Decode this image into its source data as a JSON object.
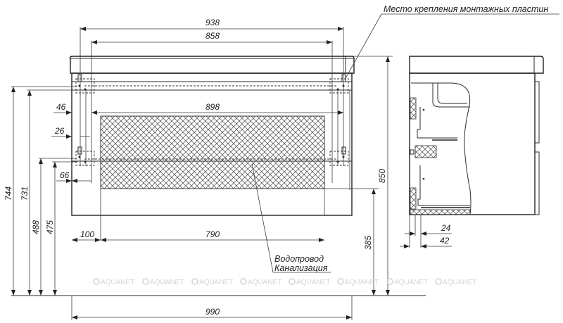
{
  "drawing": {
    "title_note": "Место крепления монтажных пластин",
    "pipe_note": {
      "line1": "Водопровод",
      "line2": "Канализация"
    },
    "watermark": "AQUANET",
    "watermark_count": 8,
    "front_view": {
      "dimensions": {
        "top_outer_width": "938",
        "top_inner_width": "858",
        "hatched_zone_width": "898",
        "offset_46": "46",
        "offset_26": "26",
        "offset_66": "66",
        "left_offset_100": "100",
        "bottom_zone_width": "790",
        "total_width": "990",
        "height_744": "744",
        "height_731": "731",
        "height_488": "488",
        "height_475": "475",
        "total_height": "850",
        "pipe_height": "385"
      }
    },
    "side_view": {
      "dimensions": {
        "depth_24": "24",
        "depth_42": "42"
      }
    },
    "colors": {
      "line": "#2a2a2a",
      "watermark": "#d4d4d4",
      "background": "#ffffff"
    }
  }
}
